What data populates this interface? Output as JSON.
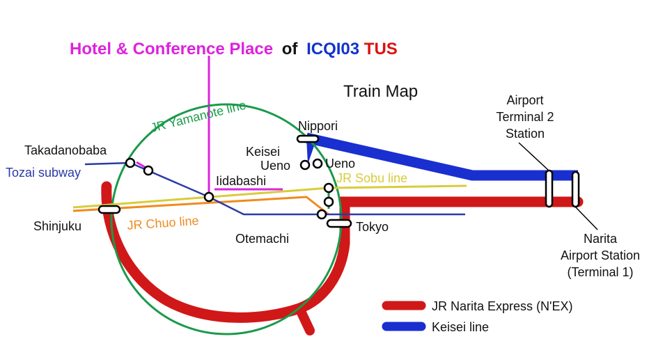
{
  "title": {
    "part1": "Hotel & Conference Place",
    "part2": "of",
    "part3": "ICQI03",
    "part4": "TUS",
    "colors": {
      "part1": "#dd22dd",
      "part2": "#111111",
      "part3": "#1133cc",
      "part4": "#dd1111"
    }
  },
  "map_title": "Train Map",
  "lines": {
    "yamanote": "JR Yamanote line",
    "sobu": "JR Sobu line",
    "chuo": "JR Chuo line",
    "tozai": "Tozai subway"
  },
  "stations": {
    "takadanobaba": "Takadanobaba",
    "shinjuku": "Shinjuku",
    "iidabashi": "Iidabashi",
    "otemachi": "Otemachi",
    "tokyo": "Tokyo",
    "nippori": "Nippori",
    "keisei_ueno_1": "Keisei",
    "keisei_ueno_2": "Ueno",
    "ueno": "Ueno",
    "airport_t2_1": "Airport",
    "airport_t2_2": "Terminal 2",
    "airport_t2_3": "Station",
    "narita_1": "Narita",
    "narita_2": "Airport Station",
    "narita_3": "(Terminal 1)"
  },
  "legend": {
    "nex": "JR Narita Express (N'EX)",
    "keisei": "Keisei line"
  },
  "colors": {
    "yamanote": "#1a9a4a",
    "nex": "#d01818",
    "keisei": "#1a2fd0",
    "sobu": "#d8cc3a",
    "chuo": "#f08a1e",
    "tozai": "#2a3aa8",
    "hotel": "#dd22dd"
  }
}
